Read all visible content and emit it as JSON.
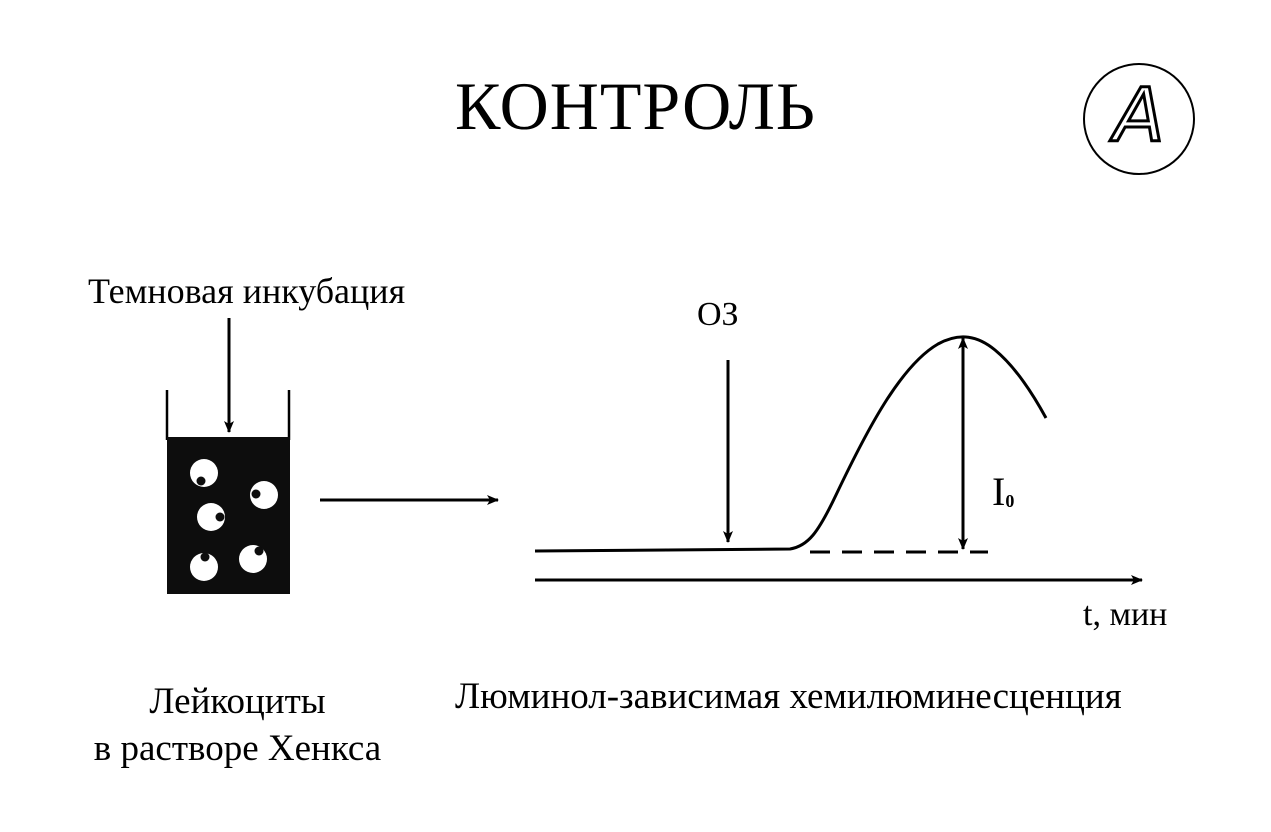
{
  "title": "КОНТРОЛЬ",
  "badge": {
    "letter": "A"
  },
  "labels": {
    "incubation": "Темновая инкубация",
    "oz": "ОЗ",
    "i0_main": "I",
    "i0_sub": "0",
    "time_axis": "t, мин"
  },
  "captions": {
    "leukocytes_line1": "Лейкоциты",
    "leukocytes_line2": "в растворе Хенкса",
    "luminol": "Люминол-зависимая хемилюминесценция"
  }
}
